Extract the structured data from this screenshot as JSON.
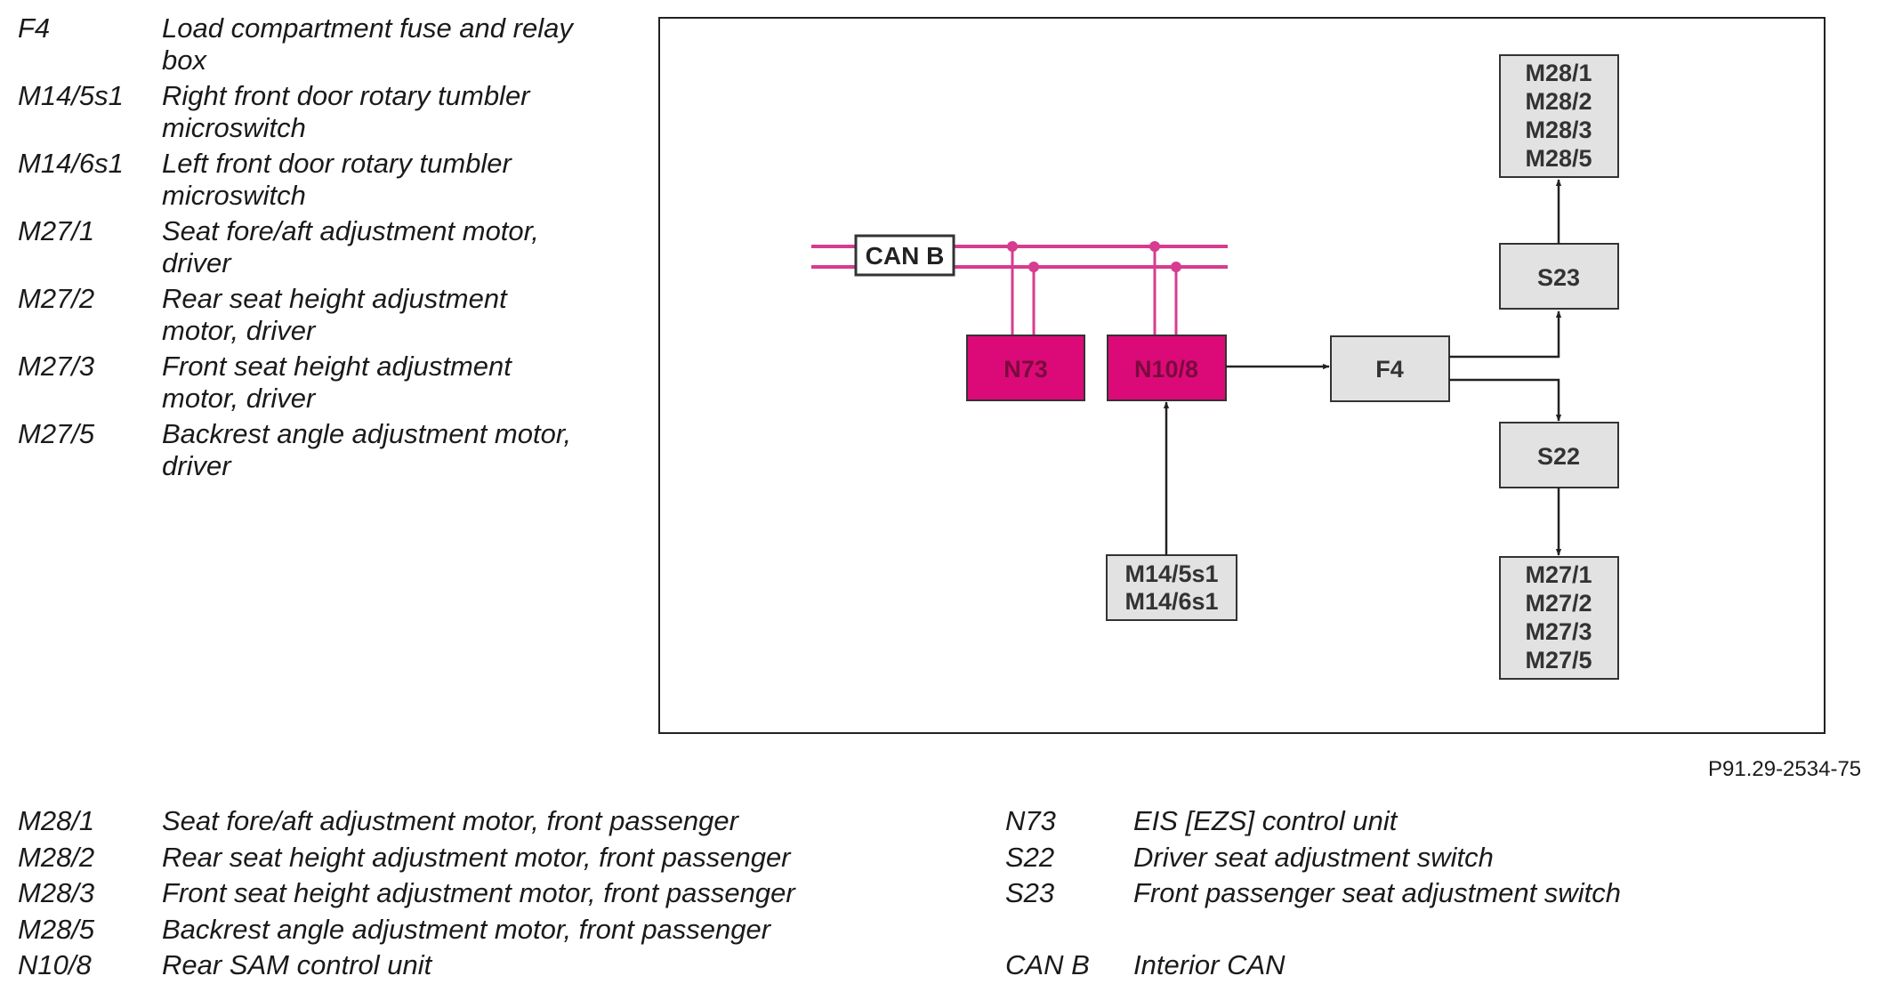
{
  "legend_top": [
    {
      "code": "F4",
      "desc": "Load compartment fuse and relay box"
    },
    {
      "code": "M14/5s1",
      "desc": "Right front door rotary tumbler microswitch"
    },
    {
      "code": "M14/6s1",
      "desc": "Left front door rotary tumbler microswitch"
    },
    {
      "code": "M27/1",
      "desc": "Seat fore/aft adjustment motor, driver"
    },
    {
      "code": "M27/2",
      "desc": "Rear seat height adjustment motor, driver"
    },
    {
      "code": "M27/3",
      "desc": "Front seat height adjustment motor, driver"
    },
    {
      "code": "M27/5",
      "desc": "Backrest angle adjustment motor, driver"
    }
  ],
  "diagram": {
    "can_label": "CAN B",
    "nodes": {
      "n73": "N73",
      "n10_8": "N10/8",
      "f4": "F4",
      "s23": "S23",
      "s22": "S22",
      "m14": [
        "M14/5s1",
        "M14/6s1"
      ],
      "m28": [
        "M28/1",
        "M28/2",
        "M28/3",
        "M28/5"
      ],
      "m27": [
        "M27/1",
        "M27/2",
        "M27/3",
        "M27/5"
      ]
    },
    "colors": {
      "can_bus": "#d63c8f",
      "control_unit": "#dc0a78",
      "component": "#e2e2e2",
      "frame": "#222222"
    }
  },
  "figure_id": "P91.29-2534-75",
  "legend_bottom_left": [
    {
      "code": "M28/1",
      "desc": "Seat fore/aft adjustment motor, front passenger"
    },
    {
      "code": "M28/2",
      "desc": "Rear seat height adjustment motor, front passenger"
    },
    {
      "code": "M28/3",
      "desc": "Front seat height adjustment motor, front passenger"
    },
    {
      "code": "M28/5",
      "desc": "Backrest angle adjustment motor, front passenger"
    },
    {
      "code": "N10/8",
      "desc": "Rear SAM control unit"
    }
  ],
  "legend_bottom_right": [
    {
      "code": "N73",
      "desc": "EIS [EZS] control unit"
    },
    {
      "code": "S22",
      "desc": "Driver seat adjustment switch"
    },
    {
      "code": "S23",
      "desc": "Front passenger seat adjustment switch"
    },
    {
      "code": "CAN B",
      "desc": "Interior CAN"
    }
  ]
}
